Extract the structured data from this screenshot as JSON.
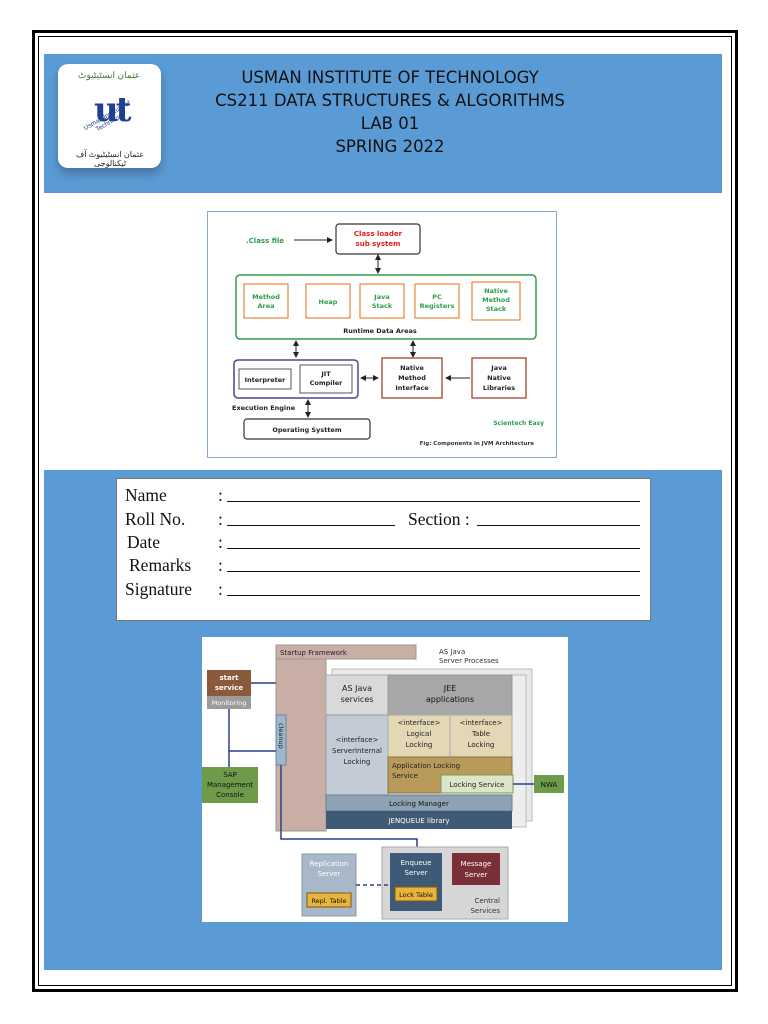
{
  "header": {
    "line1": "USMAN INSTITUTE OF TECHNOLOGY",
    "line2": "CS211 DATA STRUCTURES & ALGORITHMS",
    "line3": "LAB 01",
    "line4": "SPRING 2022"
  },
  "logo": {
    "mark": "ut",
    "arc_text": "Usman Institute of Technology",
    "urdu_top": "عثمان انسٹیٹیوٹ",
    "urdu_bottom": "عثمان انسٹیٹیوٹ آف ٹیکنالوجی"
  },
  "jvm_diagram": {
    "class_file": ".Class file",
    "class_loader": [
      "Class loader",
      "sub system"
    ],
    "runtime_boxes": [
      [
        "Method",
        "Area"
      ],
      [
        "Heap"
      ],
      [
        "Java",
        "Stack"
      ],
      [
        "PC",
        "Registers"
      ],
      [
        "Native",
        "Method",
        "Stack"
      ]
    ],
    "runtime_label": "Runtime Data Areas",
    "interpreter": "Interpreter",
    "jit": [
      "JIT",
      "Compiler"
    ],
    "execution_engine": "Execution Engine",
    "native_interface": [
      "Native",
      "Method",
      "Interface"
    ],
    "native_libraries": [
      "Java",
      "Native",
      "Libraries"
    ],
    "os": "Operating Systtem",
    "brand": "Scientech Easy",
    "caption": "Fig: Components in JVM Architecture"
  },
  "form": {
    "name_label": "Name",
    "roll_label": "Roll No.",
    "section_label": "Section :",
    "date_label": "Date",
    "remarks_label": "Remarks",
    "signature_label": "Signature",
    "colon": ":"
  },
  "sap_diagram": {
    "startup_framework": "Startup Framework",
    "as_java_processes": [
      "AS Java",
      "Server Processes"
    ],
    "start_service": [
      "start",
      "service"
    ],
    "monitoring": "Monitoring",
    "cleanup": "cleanup",
    "sap_console": [
      "SAP",
      "Management",
      "Console"
    ],
    "as_java_services": [
      "AS Java",
      "services"
    ],
    "jee_applications": [
      "JEE",
      "applications"
    ],
    "server_internal_locking": [
      "<interface>",
      "ServerInternal",
      "Locking"
    ],
    "logical_locking": [
      "<interface>",
      "Logical",
      "Locking"
    ],
    "table_locking": [
      "<interface>",
      "Table",
      "Locking"
    ],
    "app_locking_service": [
      "Application Locking",
      "Service"
    ],
    "locking_service": "Locking Service",
    "nwa": "NWA",
    "locking_manager": "Locking Manager",
    "jenqueue": "JENQUEUE library",
    "replication_server": [
      "Replication",
      "Server"
    ],
    "repl_table": "Repl. Table",
    "enqueue_server": [
      "Enqueue",
      "Server"
    ],
    "lock_table": "Lock Table",
    "message_server": [
      "Message",
      "Server"
    ],
    "central_services": [
      "Central",
      "Services"
    ]
  },
  "colors": {
    "header_blue": "#5b9bd5",
    "runtime_green": "#2e9e4a",
    "method_orange": "#e8873a",
    "engine_purple": "#5a3f8f",
    "native_brown": "#a0462d"
  }
}
